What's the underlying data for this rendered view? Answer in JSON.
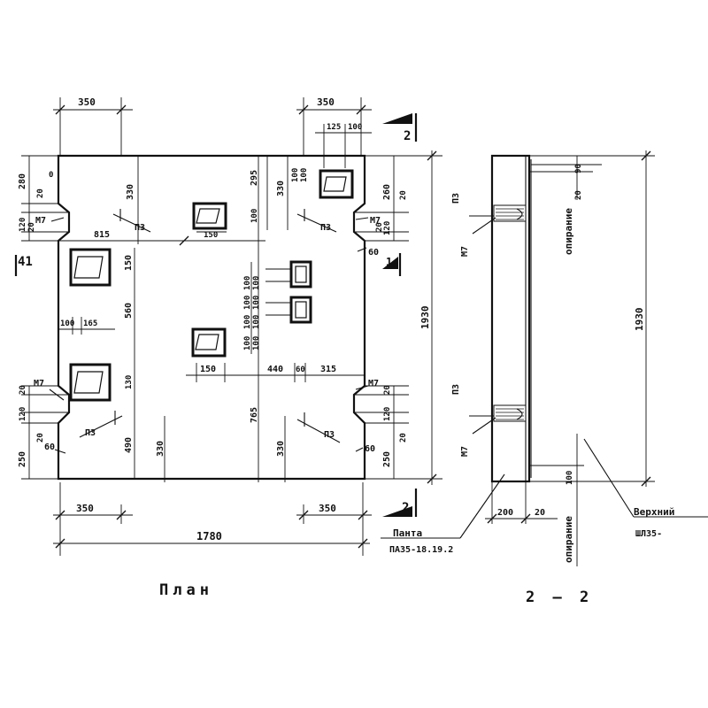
{
  "plan": {
    "top_dim_left": "350",
    "top_dim_right": "350",
    "top_dim_125": "125",
    "top_dim_100": "100",
    "left_280": "280",
    "left_20": "20",
    "left_0": "0",
    "left_120": "120",
    "left_20b": "20",
    "left_330": "330",
    "mark_m7": "М7",
    "mark_p3": "П3",
    "dim_815": "815",
    "dim_150a": "150",
    "dim_295": "295",
    "dim_330a": "330",
    "dim_100a": "100",
    "dim_100b": "100",
    "dim_100c": "100",
    "dim_260": "260",
    "dim_250": "250",
    "dim_120": "120",
    "dim_20": "20",
    "dim_60": "60",
    "section_41": "41",
    "section_1": "1",
    "dim_1930": "1930",
    "dim_150b": "150",
    "dim_560": "560",
    "dim_100d": "100",
    "dim_165": "165",
    "stack_100": "100",
    "dim_130": "130",
    "dim_150c": "150",
    "dim_440": "440",
    "dim_60b": "60",
    "dim_315": "315",
    "dim_490": "490",
    "dim_765": "765",
    "dim_330b": "330",
    "dim_330c": "330",
    "dim_330d": "330",
    "dim_20c": "20",
    "dim_20d": "20",
    "dim_120b": "120",
    "dim_250b": "250",
    "dim_60c": "60",
    "dim_60d": "60",
    "bottom_350a": "350",
    "bottom_350b": "350",
    "bottom_1780": "1780",
    "section_mark_2": "2",
    "title": "План"
  },
  "section": {
    "label_90": "90",
    "label_20": "20",
    "support_top": "опирание",
    "support_bottom": "опирание",
    "dim_1930": "1930",
    "dim_200": "200",
    "dim_20": "20",
    "dim_100": "100",
    "mark_p3": "П3",
    "mark_m7": "М7",
    "slab_label": "Панта",
    "slab_code": "ПА35-18.19.2",
    "upper_label": "Верхний",
    "upper_code": "ШЛ35-",
    "title": "2 – 2"
  }
}
